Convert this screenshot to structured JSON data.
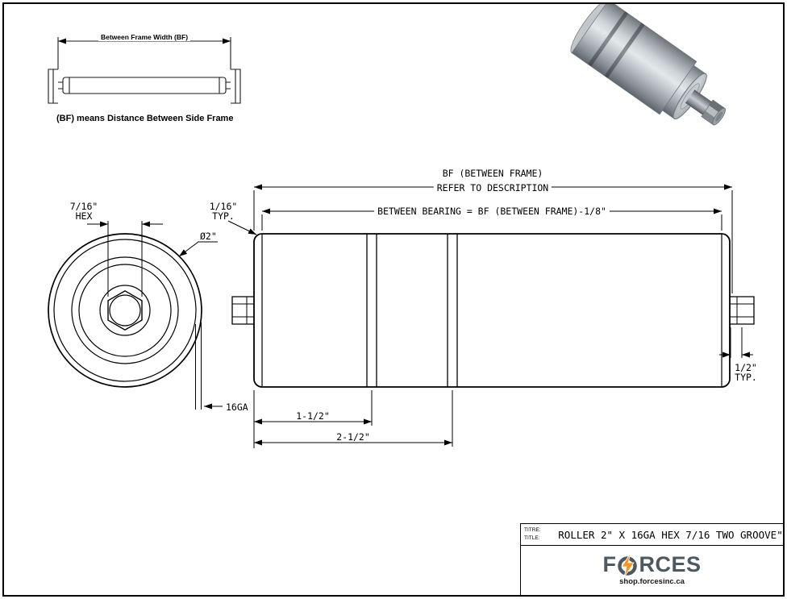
{
  "page": {
    "background": "#ffffff",
    "line_color": "#000000"
  },
  "inset_diagram": {
    "dim_label": "Between Frame Width (BF)",
    "caption": "(BF) means Distance Between Side Frame"
  },
  "end_view": {
    "hex_size": "7/16\"",
    "hex_word": "HEX",
    "diameter_label": "Ø2\"",
    "gauge_label": "16GA"
  },
  "side_view": {
    "bf_label_line1": "BF (BETWEEN FRAME)",
    "bf_label_line2": "REFER TO DESCRIPTION",
    "between_bearing_label": "BETWEEN BEARING = BF (BETWEEN FRAME)-1/8\"",
    "end_gap_value": "1/16\"",
    "end_gap_typ": "TYP.",
    "shaft_value": "1/2\"",
    "shaft_typ": "TYP.",
    "groove1_dim": "1-1/2\"",
    "groove2_dim": "2-1/2\""
  },
  "title_block": {
    "label_fr": "TITRE:",
    "label_en": "TITLE:",
    "drawing_title": "ROLLER 2\" X 16GA HEX 7/16 TWO GROOVE\"",
    "brand_prefix": "F",
    "brand_suffix": "RCES",
    "website": "shop.forcesinc.ca",
    "brand_color": "#4d5962",
    "accent_color": "#f7941d"
  }
}
